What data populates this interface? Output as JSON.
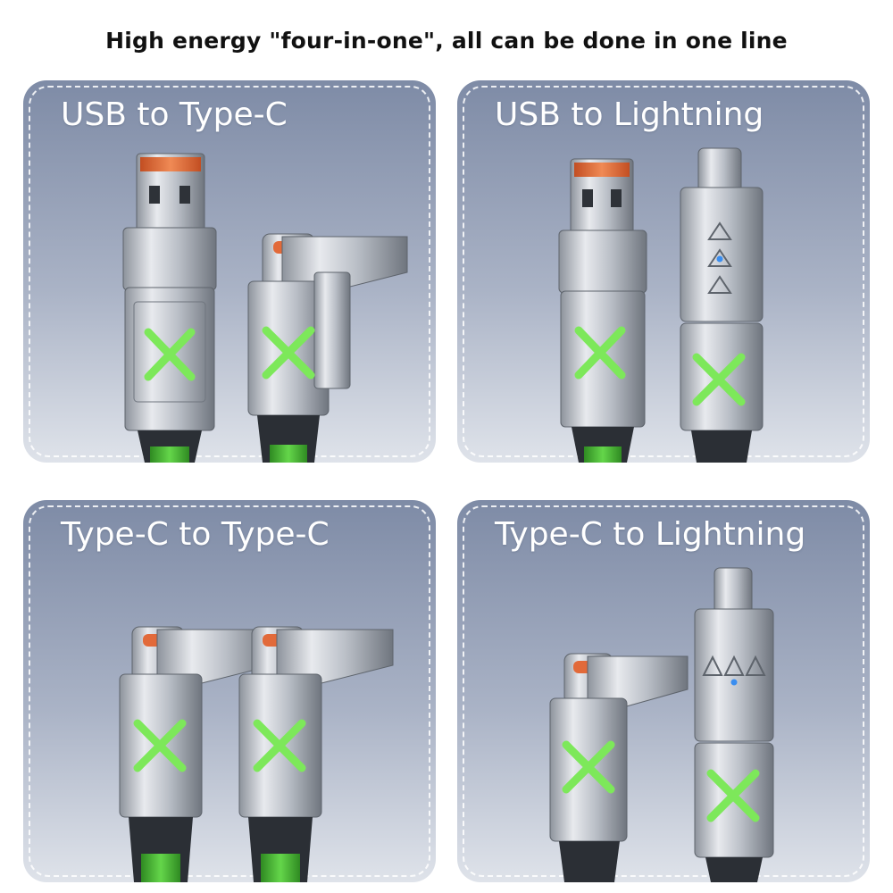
{
  "header": {
    "title": "High energy \"four-in-one\", all can be done in one line"
  },
  "colors": {
    "panel_top": "#7e8ba6",
    "panel_bottom": "#dfe3ea",
    "cable_green": "#4fc23a",
    "x_glow": "#7de85a",
    "usb_tongue": "#e26a3a",
    "metal": "#c9cdd4"
  },
  "panels": [
    {
      "label": "USB to Type-C",
      "connectors": [
        "usb-a",
        "type-c"
      ]
    },
    {
      "label": "USB to Lightning",
      "connectors": [
        "usb-a",
        "lightning"
      ]
    },
    {
      "label": "Type-C to Type-C",
      "connectors": [
        "type-c",
        "type-c"
      ]
    },
    {
      "label": "Type-C to Lightning",
      "connectors": [
        "type-c",
        "lightning"
      ]
    }
  ]
}
